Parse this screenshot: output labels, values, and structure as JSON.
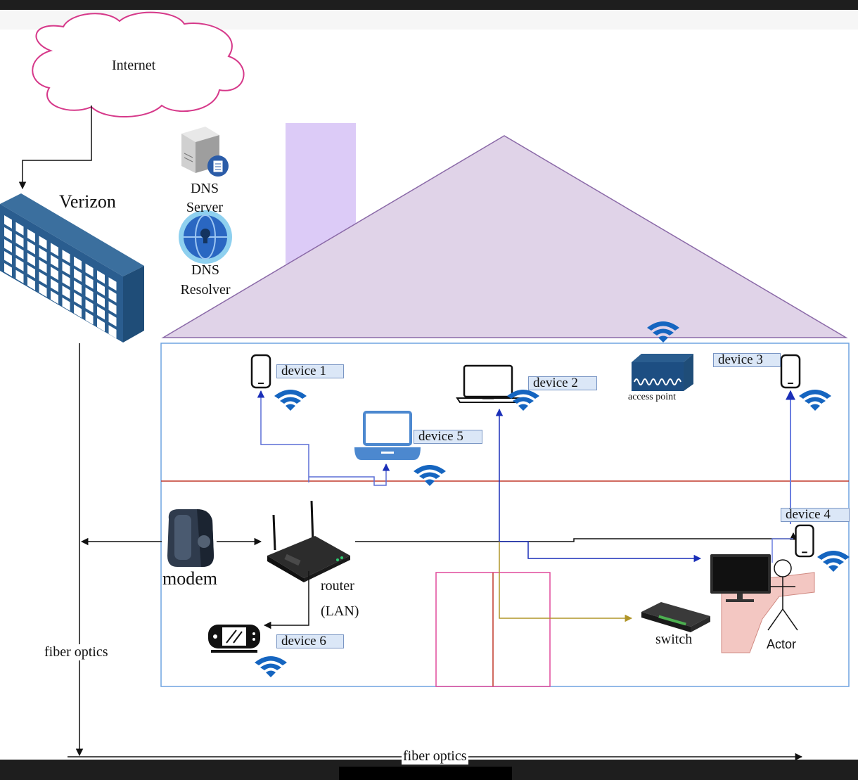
{
  "labels": {
    "internet": "Internet",
    "isp": "Verizon",
    "dns_server": "DNS\nServer",
    "dns_resolver": "DNS\nResolver",
    "modem": "modem",
    "router": "router\n(LAN)",
    "access_point": "access point",
    "switch": "switch",
    "actor": "Actor",
    "fiber_vertical": "fiber optics",
    "fiber_horizontal": "fiber optics"
  },
  "devices": [
    "device 1",
    "device 2",
    "device 3",
    "device 4",
    "device 5",
    "device 6"
  ],
  "colors": {
    "background": "#ffffff",
    "frame": "#1e1e1e",
    "cloud_stroke": "#d6398a",
    "roof_fill": "#e0d3e8",
    "chimney_fill": "#dccbf7",
    "house_border": "#6fa3e0",
    "floor_line": "#c0392b",
    "wifi": "#1565c0",
    "link_blue": "#1a2fb8",
    "link_gold": "#b09528",
    "door_stroke": "#e04a9c",
    "desk_fill": "#f3c7c2"
  }
}
